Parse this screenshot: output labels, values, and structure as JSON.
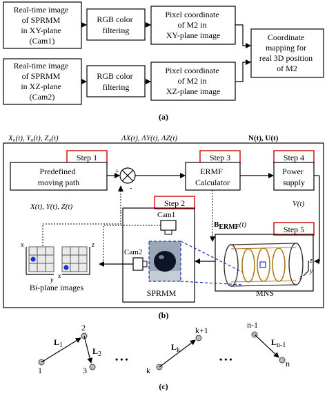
{
  "panel_a": {
    "cam1_box": [
      "Real-time image",
      "of SPRMM",
      "in XY-plane",
      "(Cam1)"
    ],
    "cam2_box": [
      "Real-time image",
      "of SPRMM",
      "in XZ-plane",
      "(Cam2)"
    ],
    "rgb1_box": [
      "RGB color",
      "filtering"
    ],
    "rgb2_box": [
      "RGB color",
      "filtering"
    ],
    "pix1_box": [
      "Pixel coordinate",
      "of M2 in",
      "XY-plane image"
    ],
    "pix2_box": [
      "Pixel coordinate",
      "of M2 in",
      "XZ-plane image"
    ],
    "map_box": [
      "Coordinate",
      "mapping for",
      "real 3D position",
      "of M2"
    ],
    "caption": "(a)"
  },
  "panel_b": {
    "x0_label": "X₀(t), Y₀(t), Z₀(t)",
    "delta_label": "ΛX(t), ΛY(t), ΛZ(t)",
    "nu_label": "N(t), U(t)",
    "step1": "Step 1",
    "step2": "Step 2",
    "step3": "Step 3",
    "step4": "Step 4",
    "step5": "Step 5",
    "path_box": [
      "Predefined",
      "moving path"
    ],
    "ermf_box": [
      "ERMF",
      "Calculator"
    ],
    "power_box": [
      "Power",
      "supply"
    ],
    "xyz_label": "X(t), Y(t), Z(t)",
    "vt_label": "V(t)",
    "berm_label": "B",
    "berm_sub": "ERMF",
    "berm_t": "(t)",
    "plus": "+",
    "minus": "-",
    "cam1": "Cam1",
    "cam2": "Cam2",
    "sprmm": "SPRMM",
    "mns": "MNS",
    "biplane": "Bi-plane images",
    "axis_x1": "x",
    "axis_y1": "y",
    "axis_x2": "x",
    "axis_z2": "z",
    "mns_z": "z",
    "mns_y": "y",
    "mns_x": "x",
    "caption": "(b)"
  },
  "panel_c": {
    "n1": "1",
    "n2": "2",
    "n3": "3",
    "nk": "k",
    "nk1": "k+1",
    "nn1": "n-1",
    "nn": "n",
    "L1": "L",
    "L1s": "1",
    "L2": "L",
    "L2s": "2",
    "Lk": "L",
    "Lks": "k",
    "Ln": "L",
    "Lns": "n-1",
    "dots1": "• • •",
    "dots2": "• • •",
    "caption": "(c)"
  }
}
